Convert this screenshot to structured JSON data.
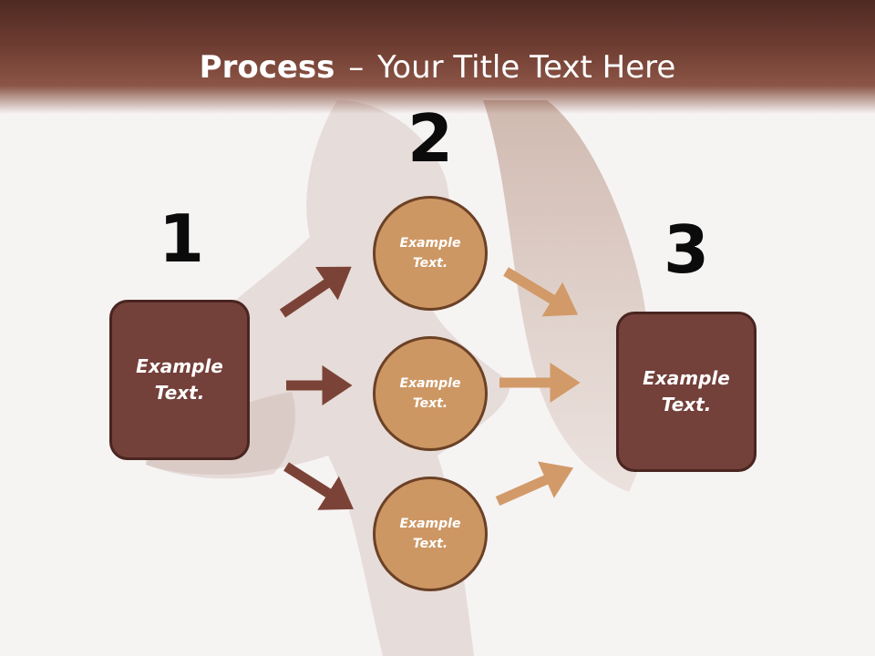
{
  "title": {
    "bold": "Process",
    "dash": "–",
    "rest": "Your Title Text Here"
  },
  "steps": [
    {
      "number": "1",
      "label": "Example\nText."
    },
    {
      "number": "2",
      "label": "Example\nText."
    },
    {
      "number": "3",
      "label": "Example\nText."
    }
  ],
  "circles": [
    {
      "label": "Example\nText."
    },
    {
      "label": "Example\nText."
    },
    {
      "label": "Example\nText."
    }
  ],
  "colors": {
    "header": "#6e3c31",
    "box_fill": "#73403a",
    "circle_fill": "#cd9764",
    "arrow_dark": "#7b4337",
    "arrow_light": "#d29a68"
  }
}
